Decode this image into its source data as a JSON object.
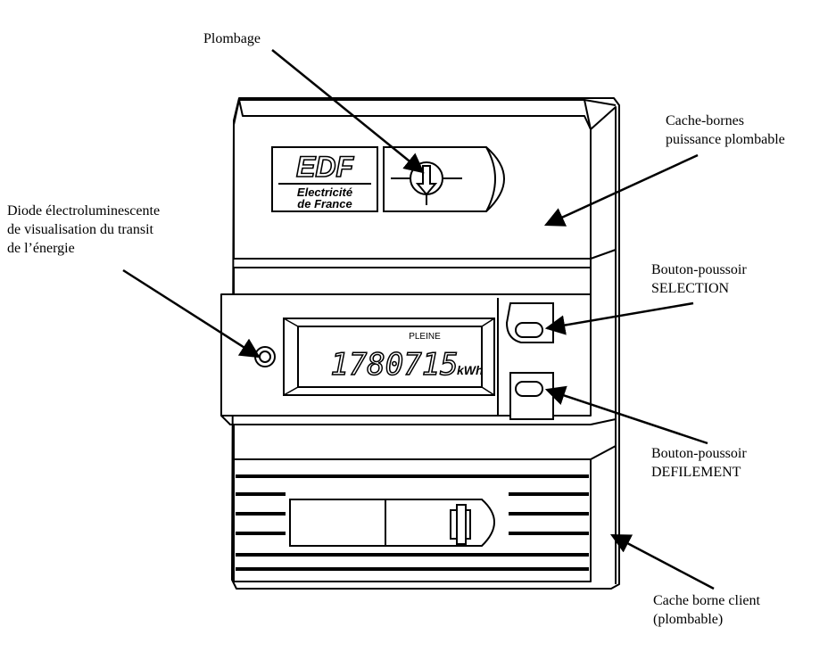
{
  "meter": {
    "brand_logo": "EDF",
    "brand_line1": "Electricité",
    "brand_line2": "de France",
    "tariff": "PLEINE",
    "reading": "1780715",
    "unit": "kWh",
    "seal_icon": "seal-icon",
    "led_icon": "led-icon"
  },
  "labels": {
    "plombage": [
      "Plombage"
    ],
    "cache_bornes": [
      "Cache-bornes",
      "puissance plombable"
    ],
    "diode": [
      "Diode électroluminescente",
      "de visualisation du transit",
      "de l’énergie"
    ],
    "selection": [
      "Bouton-poussoir",
      "SELECTION"
    ],
    "defilement": [
      "Bouton-poussoir",
      "DEFILEMENT"
    ],
    "cache_client": [
      "Cache borne client",
      "(plombable)"
    ]
  }
}
